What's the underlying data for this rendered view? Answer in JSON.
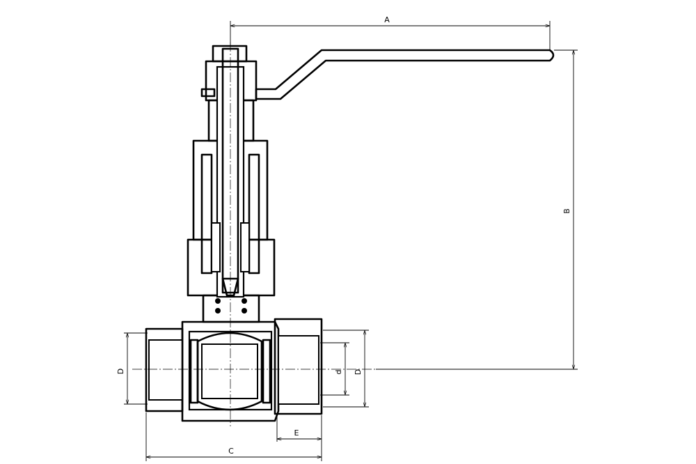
{
  "drawing": {
    "subject": "",
    "dimensions": {
      "A": "A",
      "B": "B",
      "C": "C",
      "D_left": "D",
      "d": "d",
      "D_right": "D",
      "E": "E"
    }
  }
}
